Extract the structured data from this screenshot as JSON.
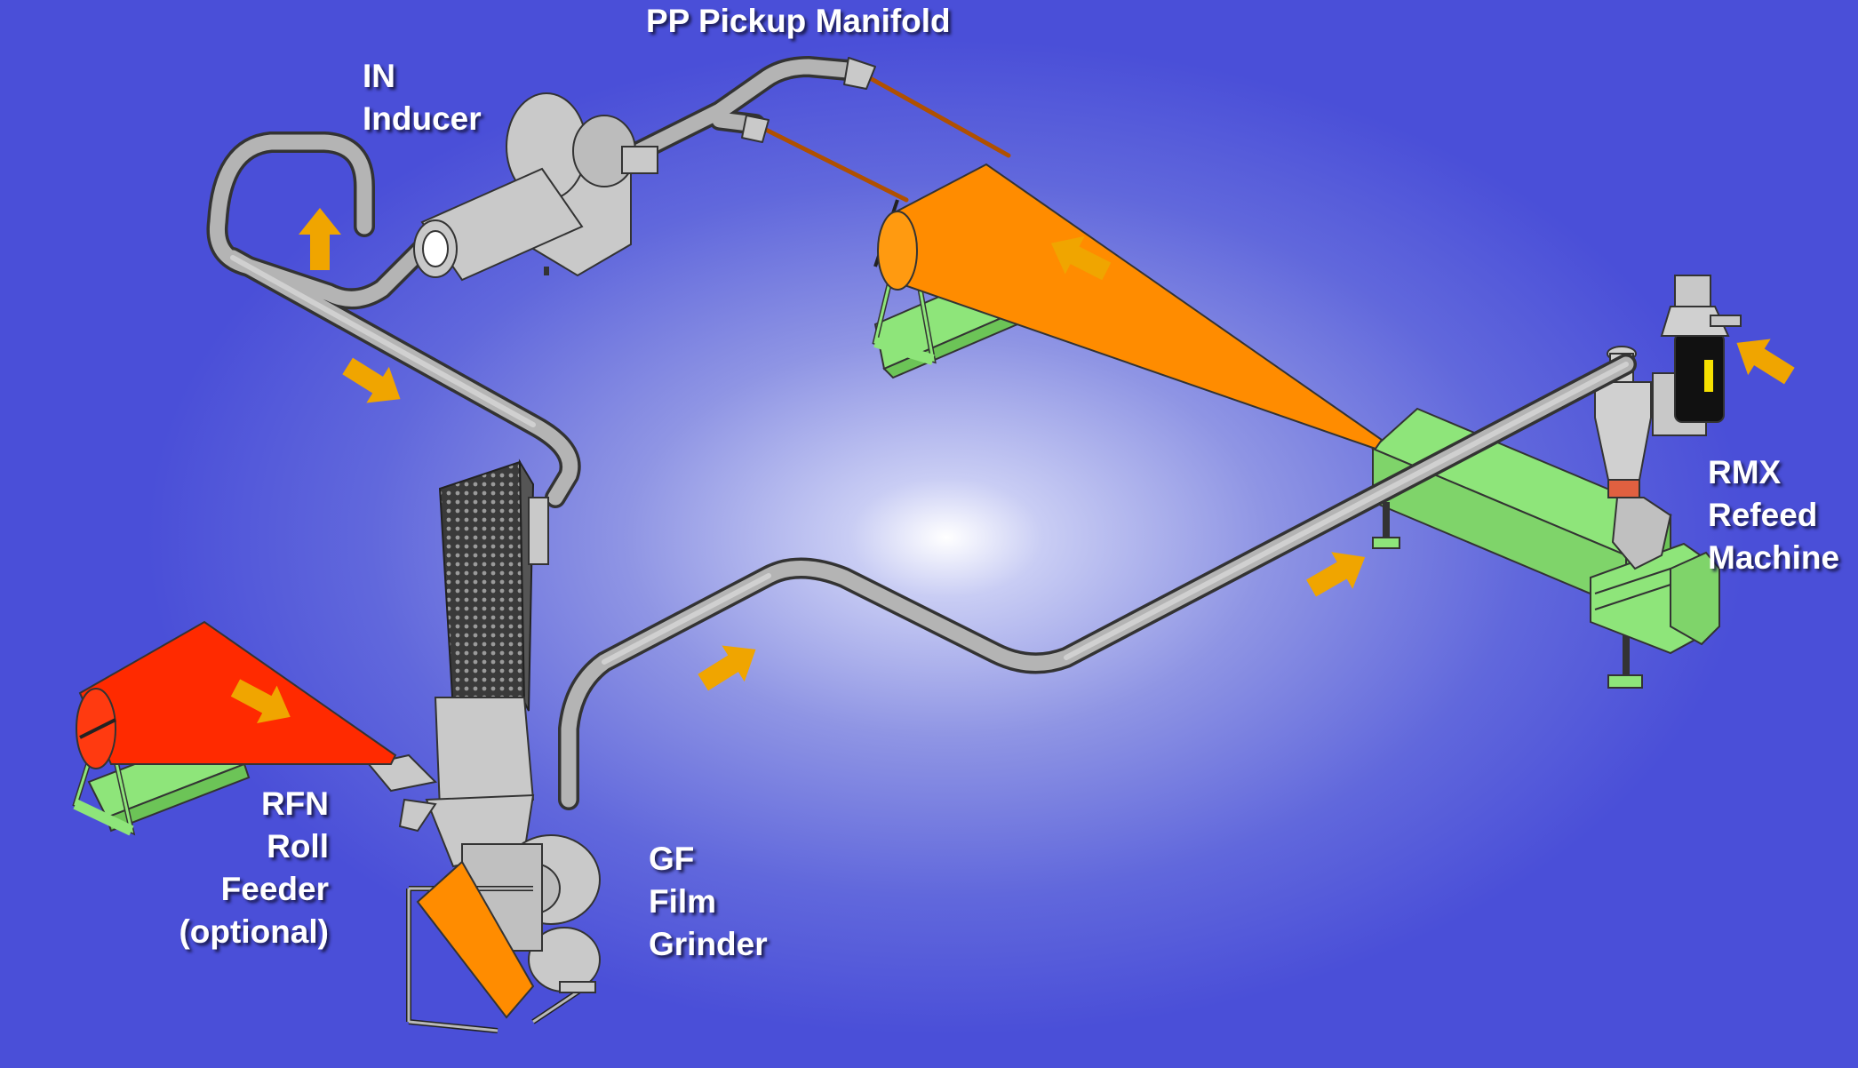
{
  "labels": {
    "manifold": "PP Pickup Manifold",
    "inducer": [
      "IN",
      "Inducer"
    ],
    "refeed": [
      "RMX",
      "Refeed",
      "Machine"
    ],
    "feeder": [
      "RFN",
      "Roll",
      "Feeder",
      "(optional)"
    ],
    "grinder": [
      "GF",
      "Film",
      "Grinder"
    ]
  },
  "colors": {
    "background_center": "#ffffff",
    "background_edge": "#4a4fd8",
    "duct": "#8c8c8c",
    "machine_grey": "#c9c9c9",
    "machine_green": "#8ee57a",
    "film_orange": "#ff8c00",
    "film_red": "#ff2a00",
    "flow_arrow": "#f0a500"
  },
  "icons": [
    "flow-arrow-icon"
  ]
}
